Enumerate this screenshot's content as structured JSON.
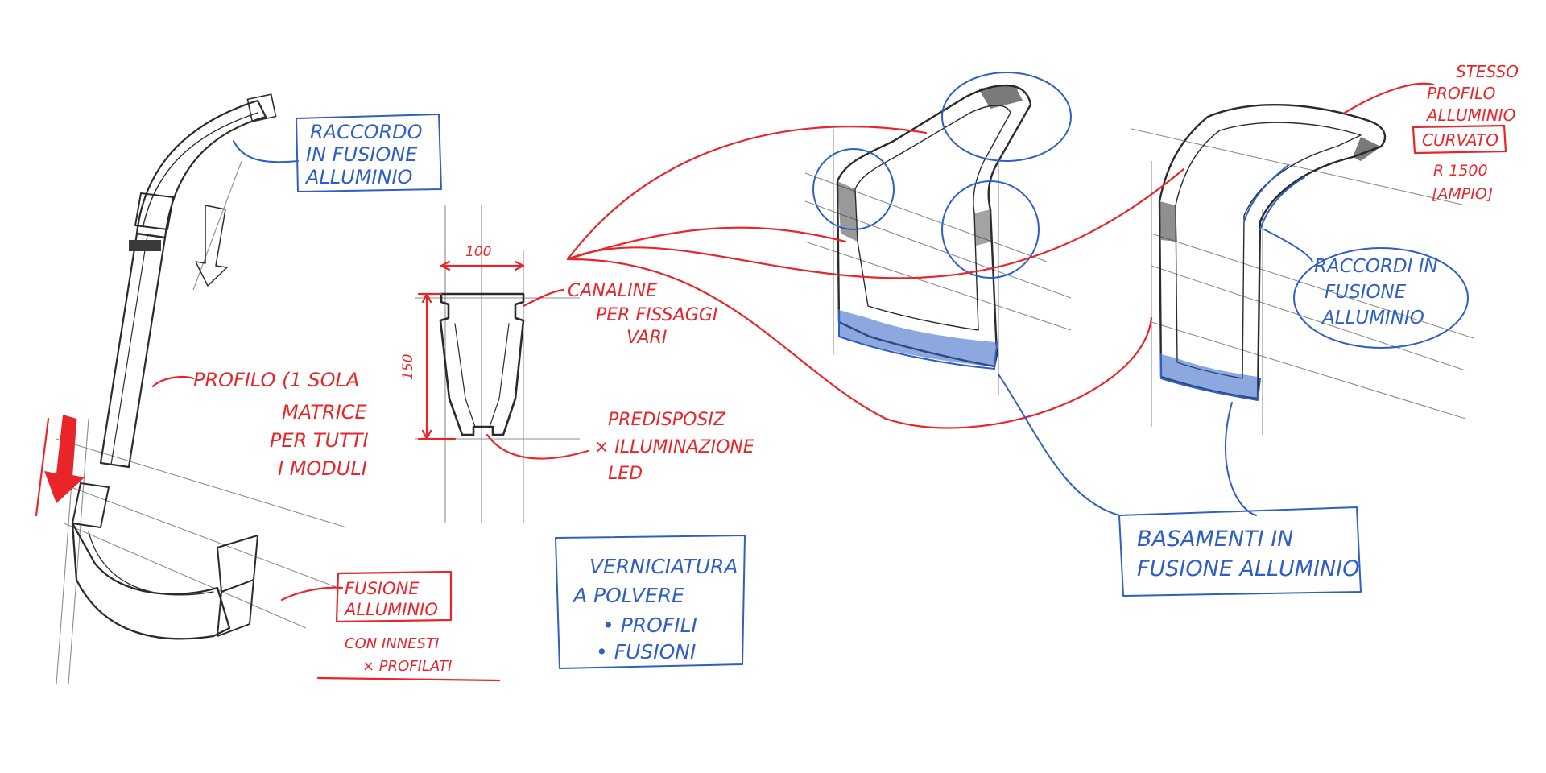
{
  "colors": {
    "red": "#e8262a",
    "blue": "#2f5fc4",
    "pencil": "#2b2b2b"
  },
  "notes": {
    "raccordo": [
      "RACCORDO",
      "IN FUSIONE",
      "ALLUMINIO"
    ],
    "profilo": [
      "PROFILO (1 SOLA",
      "MATRICE",
      "PER TUTTI",
      "I MODULI"
    ],
    "fusione": [
      "FUSIONE",
      "ALLUMINIO"
    ],
    "fusione_sub": [
      "CON INNESTI",
      "× PROFILATI"
    ],
    "dim_width": "100",
    "dim_height": "150",
    "canalina": [
      "CANALINE",
      "PER FISSAGGI",
      "VARI"
    ],
    "predisposizione": [
      "PREDISPOSIZ",
      "× ILLUMINAZIONE",
      "LED"
    ],
    "verniciatura": [
      "VERNICIATURA",
      "A POLVERE",
      "• PROFILI",
      "• FUSIONI"
    ],
    "stesso_profilo": [
      "STESSO",
      "PROFILO",
      "ALLUMINIO",
      "CURVATO"
    ],
    "raggio": [
      "R 1500",
      "[AMPIO]"
    ],
    "raccordi": [
      "RACCORDI IN",
      "FUSIONE",
      "ALLUMINIO"
    ],
    "basamenti": [
      "BASAMENTI IN",
      "FUSIONE ALLUMINIO"
    ]
  }
}
